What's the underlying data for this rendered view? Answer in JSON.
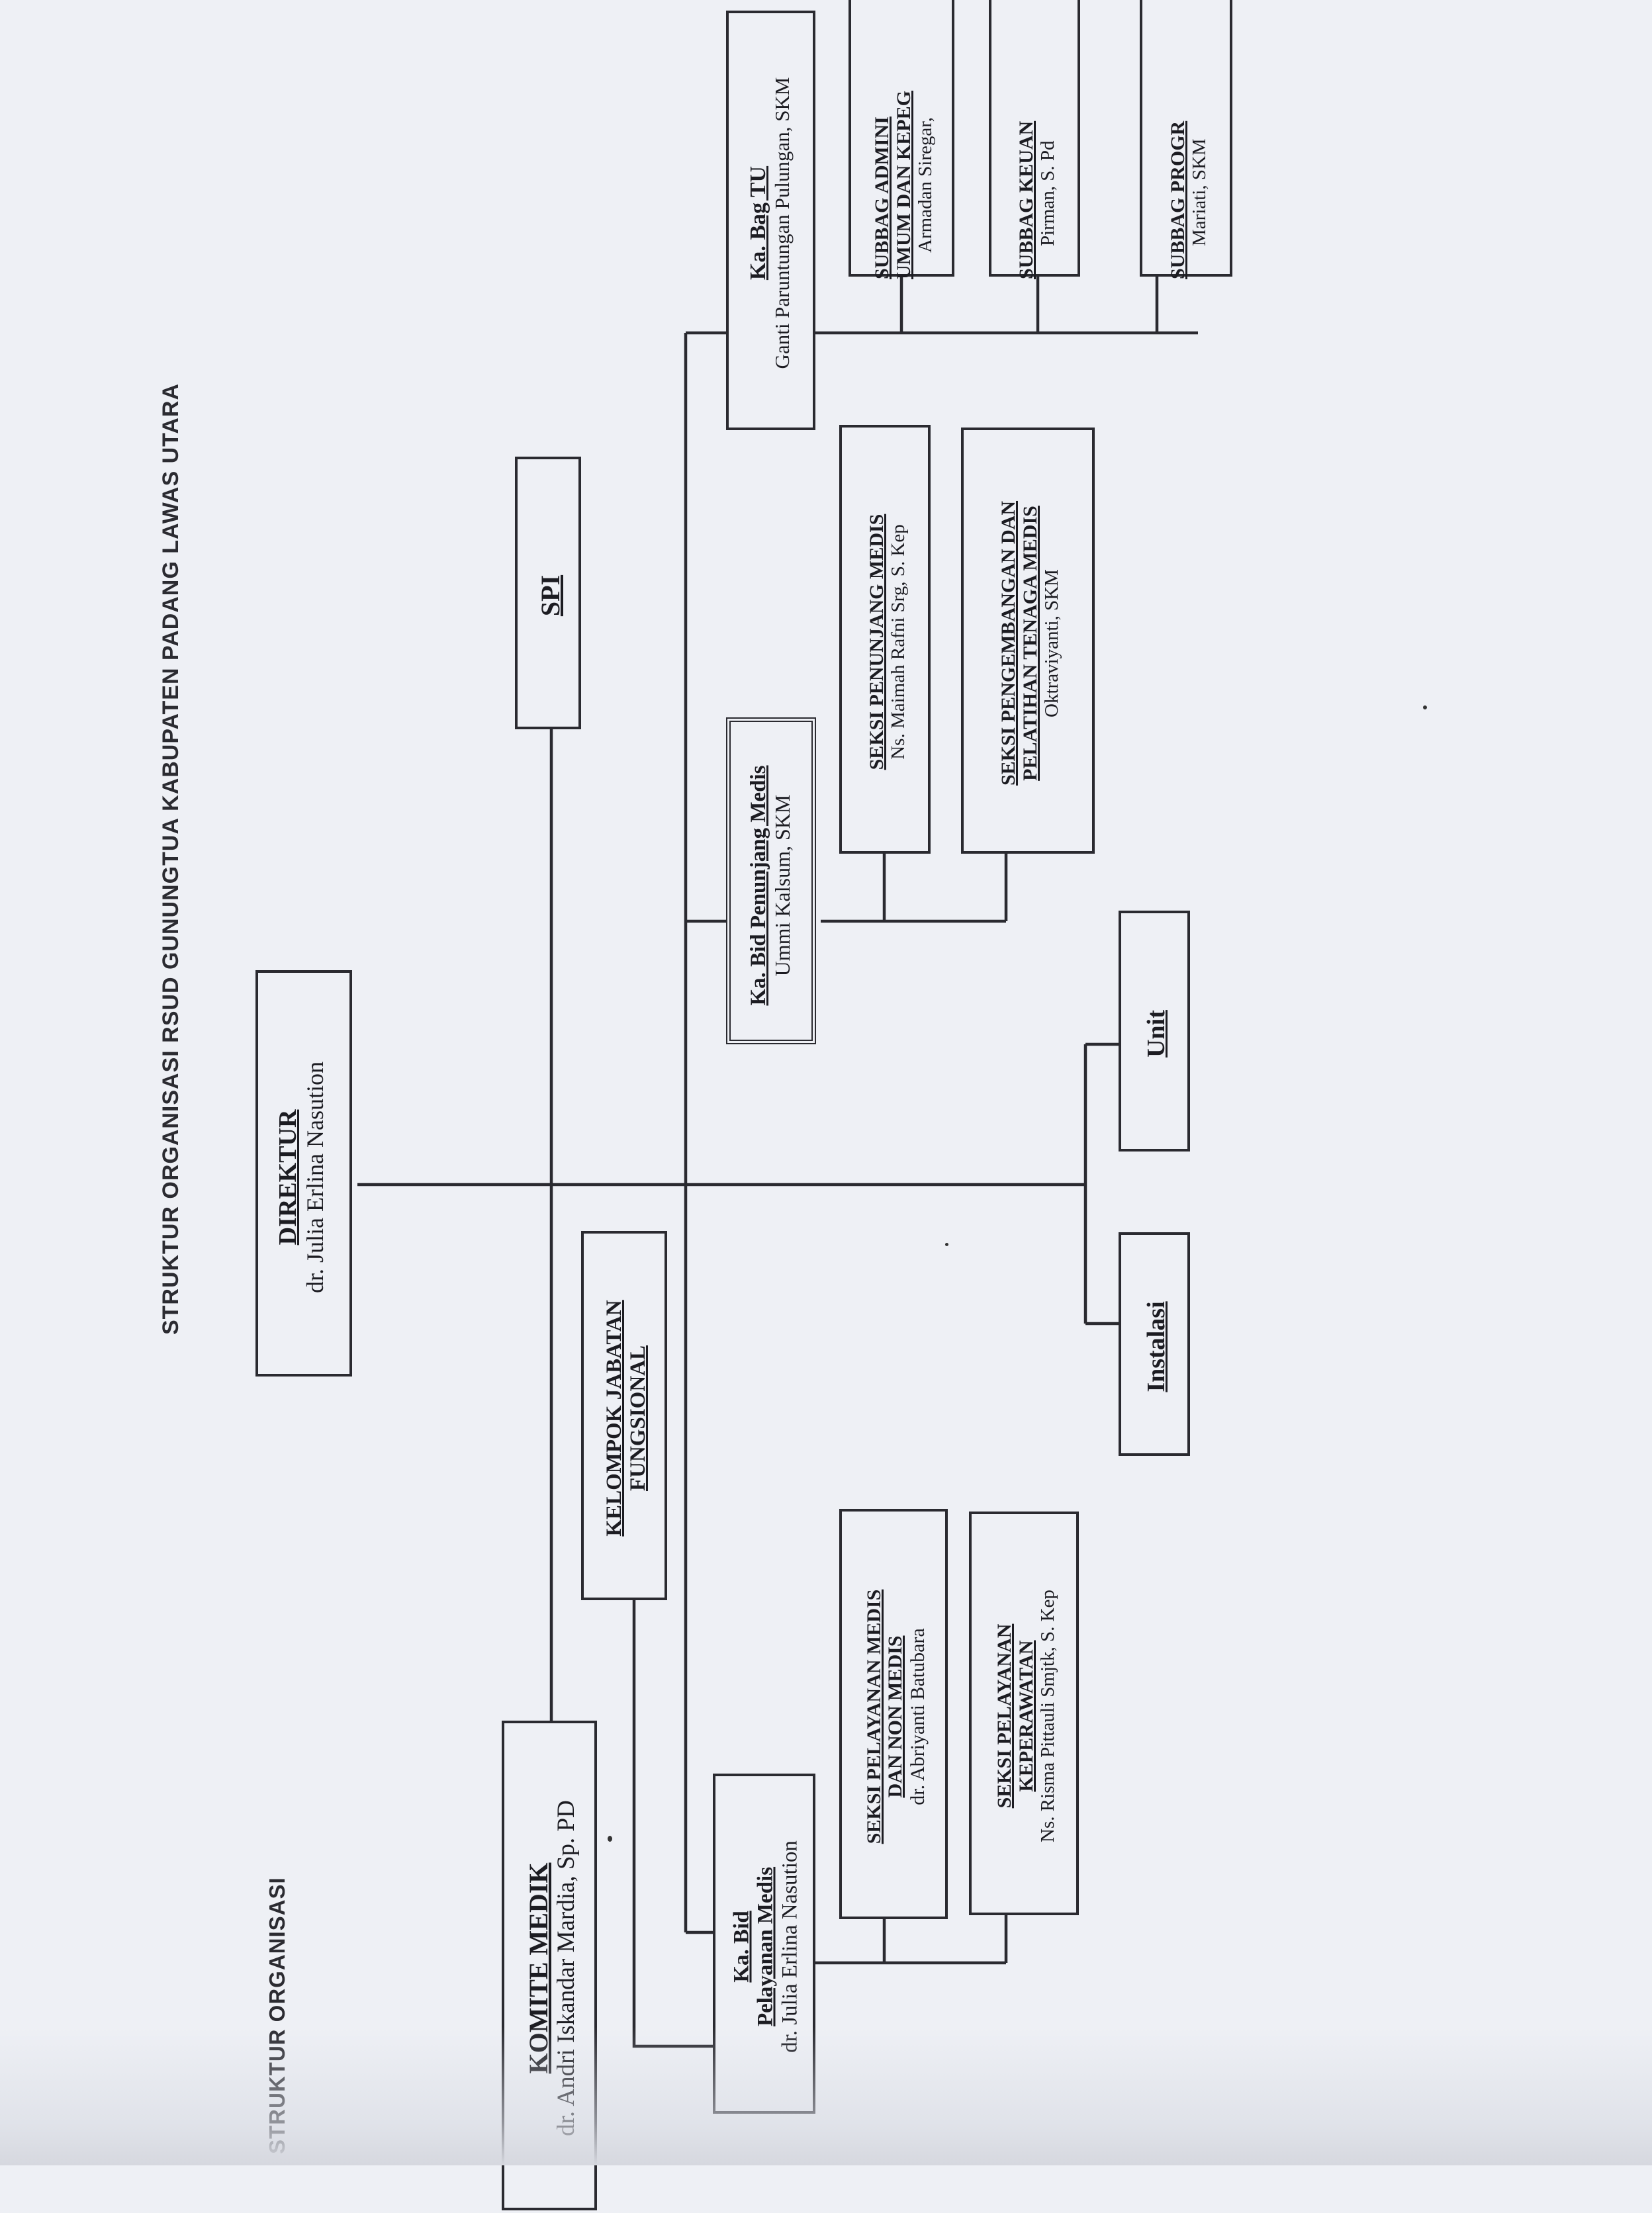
{
  "page": {
    "title": "STRUKTUR ORGANISASI RSUD GUNUNGTUA KABUPATEN PADANG LAWAS UTARA",
    "section_heading": "STRUKTUR ORGANISASI"
  },
  "nodes": {
    "direktur": {
      "title": "DIREKTUR",
      "name": "dr. Julia Erlina Nasution"
    },
    "spi": {
      "title": "SPI"
    },
    "komite_medik": {
      "title": "KOMITE MEDIK",
      "name": "dr. Andri Iskandar Mardia, Sp. PD"
    },
    "kelompok_jabatan": {
      "title_line1": "KELOMPOK JABATAN",
      "title_line2": "FUNGSIONAL"
    },
    "ka_bid_pelayanan": {
      "title_line1": "Ka. Bid",
      "title_line2": "Pelayanan Medis",
      "name": "dr. Julia Erlina Nasution"
    },
    "ka_bid_penunjang": {
      "title": "Ka. Bid Penunjang Medis",
      "name": "Ummi Kalsum, SKM"
    },
    "ka_bag_tu": {
      "title": "Ka. Bag TU",
      "name": "Ganti Paruntungan Pulungan, SKM"
    },
    "seksi_pelayanan_medis": {
      "title_line1": "SEKSI PELAYANAN MEDIS",
      "title_line2": "DAN NON MEDIS",
      "name": "dr. Abriyanti Batubara"
    },
    "seksi_pelayanan_keperawatan": {
      "title_line1": "SEKSI PELAYANAN",
      "title_line2": "KEPERAWATAN",
      "name": "Ns. Risma Pittauli Smjtk, S. Kep"
    },
    "seksi_penunjang_medis": {
      "title": "SEKSI PENUNJANG MEDIS",
      "name": "Ns. Maimah Rafni Srg, S. Kep"
    },
    "seksi_pengembangan": {
      "title_line1": "SEKSI PENGEMBANGAN DAN",
      "title_line2": "PELATIHAN TENAGA MEDIS",
      "name": "Oktraviyanti, SKM"
    },
    "instalasi": {
      "title": "Instalasi"
    },
    "unit": {
      "title": "Unit"
    },
    "subbag_admin": {
      "title_line1": "SUBBAG  ADMINI",
      "title_line2": "UMUM DAN KEPEG",
      "name": "Armadan Siregar,"
    },
    "subbag_keuangan": {
      "title": "SUBBAG KEUAN",
      "name": "Pirman, S. Pd"
    },
    "subbag_program": {
      "title": "SUBBAG PROGR",
      "name": "Mariati, SKM"
    }
  }
}
